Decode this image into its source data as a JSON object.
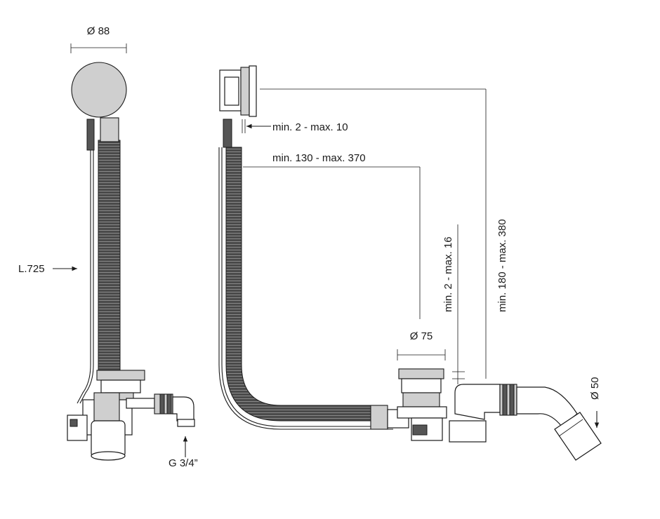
{
  "labels": {
    "diam_88": "Ø 88",
    "length_725": "L.725",
    "g_thread": "G 3/4”",
    "min2_max10": "min. 2 - max. 10",
    "min130_max370": "min. 130 - max. 370",
    "min2_max16": "min. 2 - max. 16",
    "min180_max380": "min. 180 - max. 380",
    "diam_75": "Ø 75",
    "diam_50": "Ø 50"
  }
}
